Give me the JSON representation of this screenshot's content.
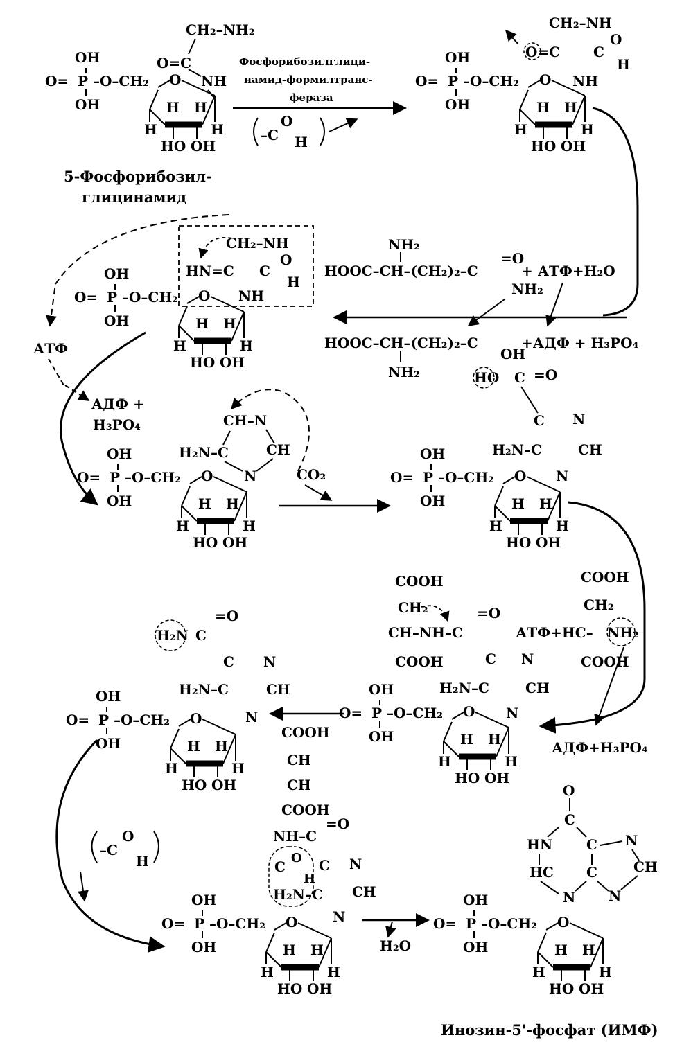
{
  "enzyme": {
    "line1": "Фосфорибозилглици-",
    "line2": "намид-формилтранс-",
    "line3": "фераза"
  },
  "start_name": {
    "line1": "5-Фосфорибозил-",
    "line2": "глицинамид"
  },
  "final_name": "Инозин-5'-фосфат (ИМФ)",
  "cofactors": {
    "atp_left": "АТФ",
    "adp_left_1": "АДФ +",
    "adp_left_2": "H₃PO₄",
    "co2": "CO₂",
    "gln_top": "HOOC–CH–(CH₂)₂–C",
    "gln_nh2_top": "NH₂",
    "gln_o_top": "=O",
    "gln_amide": "NH₂",
    "atp_water": "+ АТФ+H₂O",
    "glu_line": "HOOC–CH–(CH₂)₂–C",
    "glu_nh2": "NH₂",
    "glu_oh": "OH",
    "adp_right": "+АДФ + H₃PO₄",
    "asp_atp": "АТФ+HC–",
    "adp_bottom_right": "АДФ+H₃PO₄",
    "h2o_bottom": "H₂O",
    "fumarate": [
      "COOH",
      "CH",
      "CH",
      "COOH"
    ],
    "formyl": "–C",
    "formyl_o": "O",
    "formyl_h": "H"
  },
  "atoms": {
    "oh": "OH",
    "p": "P",
    "o": "O",
    "ch2": "CH₂",
    "h": "H",
    "ho": "HO",
    "nh": "NH",
    "n": "N",
    "nh2": "NH₂",
    "h2n": "H₂N",
    "ch": "CH",
    "c": "C",
    "cooh": "COOH",
    "hn": "HN"
  }
}
